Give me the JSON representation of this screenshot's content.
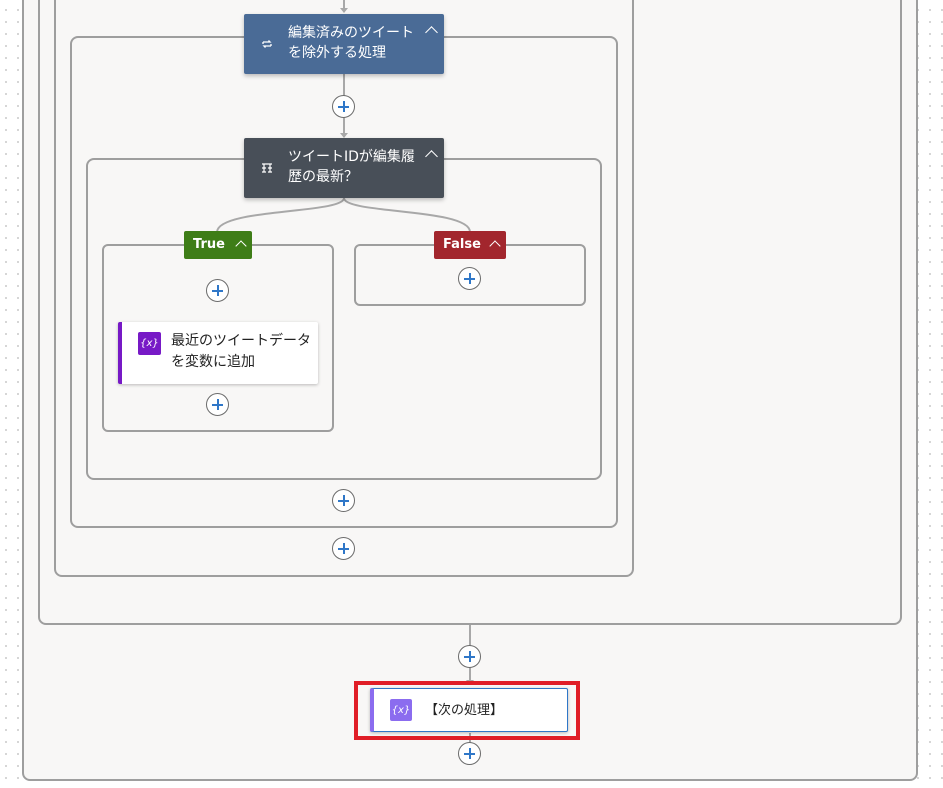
{
  "colors": {
    "scope_action": "#4a6b96",
    "condition_action": "#484f58",
    "true_branch": "#3e7d17",
    "false_branch": "#a2262d",
    "variable_purple": "#7719c6",
    "variable_light": "#8b6cef",
    "highlight_red": "#e01e27",
    "plus_blue": "#2f77c8"
  },
  "scope_action": {
    "title": "編集済みのツイートを除外する処理",
    "icon": "loop-icon"
  },
  "condition_action": {
    "title": "ツイートIDが編集履歴の最新？",
    "icon": "condition-icon"
  },
  "branches": {
    "true_label": "True",
    "false_label": "False"
  },
  "append_action": {
    "title": "最近のツイートデータを変数に追加",
    "icon_text": "{x}"
  },
  "next_action": {
    "title": "【次の処理】",
    "icon_text": "{x}"
  }
}
